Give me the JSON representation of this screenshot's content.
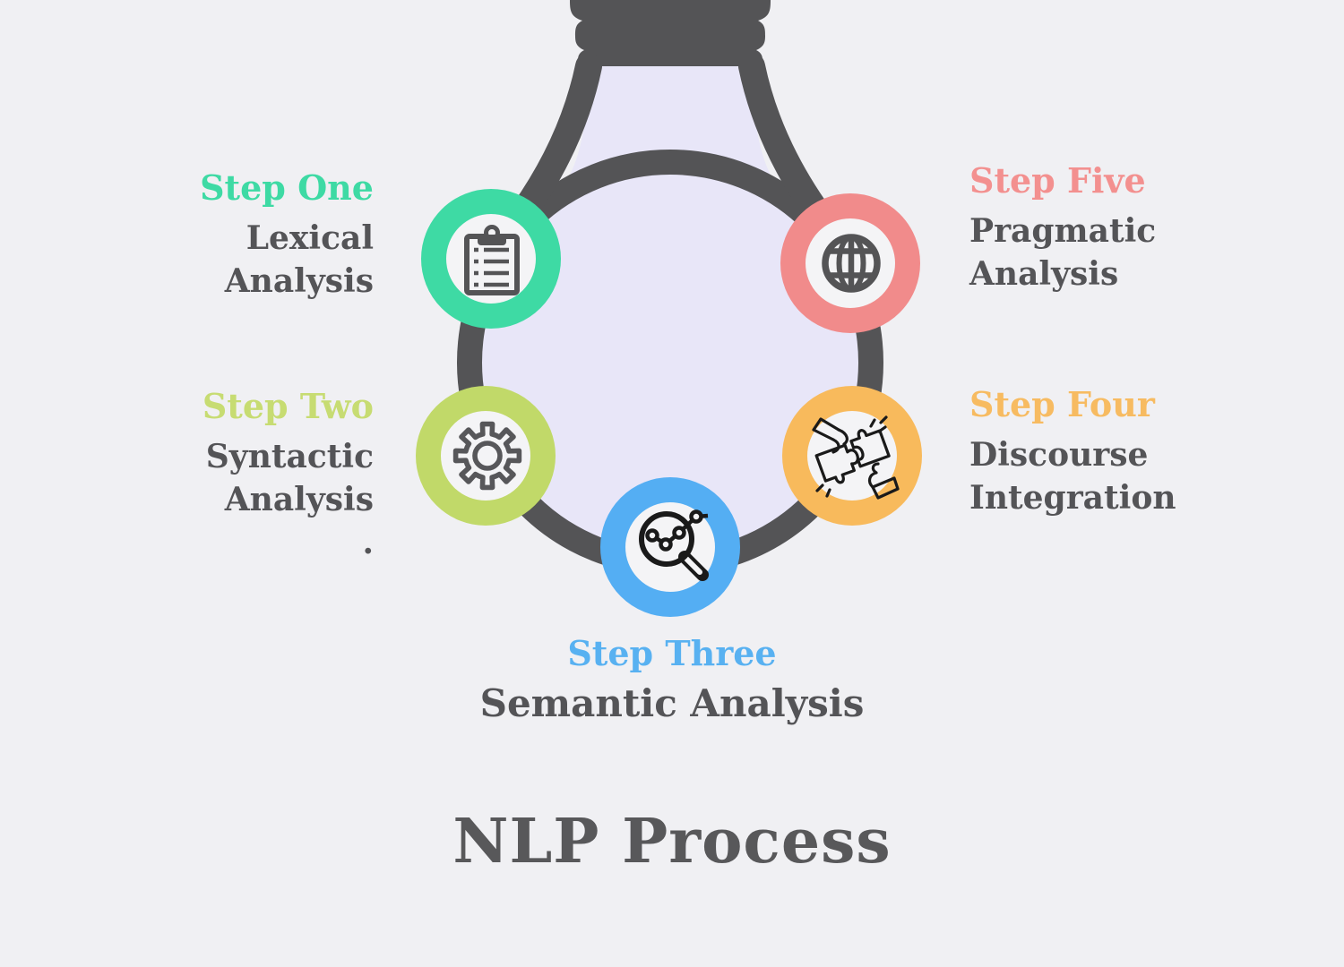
{
  "title": {
    "text": "NLP Process"
  },
  "steps": [
    {
      "label": "Step One",
      "lines": [
        "Lexical",
        "Analysis"
      ],
      "accent_color": "#3edaa4",
      "icon": "clipboard-checklist-icon",
      "position": "upper-left"
    },
    {
      "label": "Step Two",
      "lines": [
        "Syntactic",
        "Analysis",
        "."
      ],
      "accent_color": "#c1d969",
      "icon": "gear-icon",
      "position": "mid-left"
    },
    {
      "label": "Step Three",
      "lines": [
        "Semantic Analysis"
      ],
      "accent_color": "#54aef3",
      "icon": "magnifier-chart-icon",
      "position": "bottom-center"
    },
    {
      "label": "Step Four",
      "lines": [
        "Discourse",
        "Integration"
      ],
      "accent_color": "#f8ba5c",
      "icon": "puzzle-hands-icon",
      "position": "mid-right"
    },
    {
      "label": "Step Five",
      "lines": [
        "Pragmatic",
        "Analysis"
      ],
      "accent_color": "#f18b8b",
      "icon": "globe-icon",
      "position": "upper-right"
    }
  ],
  "colors": {
    "background": "#f0f0f3",
    "bulb_outline": "#545456",
    "bulb_glass_fill": "#e8e6f8",
    "node_inner_fill": "#f4f4f6",
    "text_dark": "#545457",
    "title_color": "#58585a",
    "icon_stroke_gray": "#545456",
    "icon_stroke_black": "#1a1a1a"
  }
}
